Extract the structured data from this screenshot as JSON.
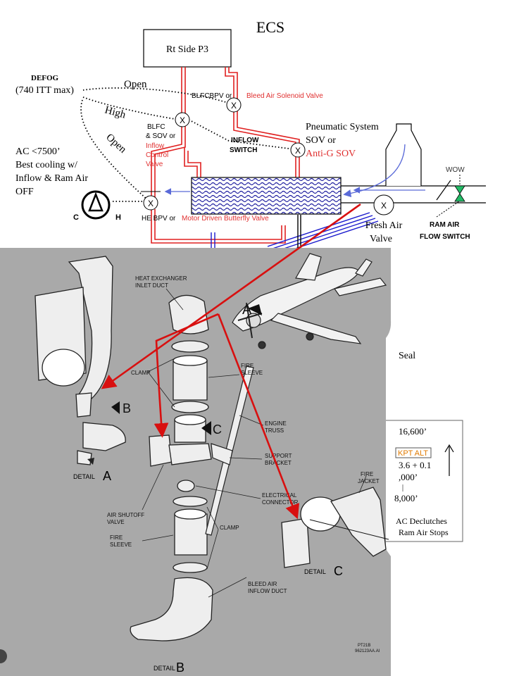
{
  "title": "ECS",
  "top": {
    "rt_side_p3": "Rt Side P3",
    "defog": "DEFOG",
    "itt_max": "(740 ITT max)",
    "open_upper": "Open",
    "high": "High",
    "open_lower": "Open",
    "ac_limit": "AC <7500’",
    "best_cooling_1": "Best cooling  w/",
    "best_cooling_2": "Inflow & Ram Air",
    "best_cooling_3": "OFF",
    "blfcbpv": "BLFCBPV  or",
    "bleed_air_solenoid": "Bleed Air Solenoid Valve",
    "blfc_1": "BLFC",
    "blfc_2": "& SOV or",
    "inflow_control_1": "Inflow",
    "inflow_control_2": "Control",
    "inflow_control_3": "Valve",
    "inflow_switch_1": "INFLOW",
    "inflow_switch_2": "SWITCH",
    "pneumatic_1": "Pneumatic System",
    "pneumatic_2": "SOV or",
    "anti_g_sov": "Anti-G SOV",
    "wow": "WOW",
    "he_bpv": "HE BPV or",
    "motor_driven": "Motor Driven Butterfly Valve",
    "fresh_air_1": "Fresh Air",
    "fresh_air_2": "Valve",
    "ram_air_switch_1": "RAM AIR",
    "ram_air_switch_2": "FLOW SWITCH",
    "c_label": "C",
    "h_label": "H",
    "valve_x": "X"
  },
  "detail": {
    "heat_exchanger_1": "HEAT EXCHANGER",
    "heat_exchanger_2": "INLET DUCT",
    "clamp_upper": "CLAMP",
    "fire_sleeve_upper_1": "FIRE",
    "fire_sleeve_upper_2": "SLEEVE",
    "engine_truss_1": "ENGINE",
    "engine_truss_2": "TRUSS",
    "support_bracket_1": "SUPPORT",
    "support_bracket_2": "BRACKET",
    "electrical_connector_1": "ELECTRICAL",
    "electrical_connector_2": "CONNECTOR",
    "air_shutoff_1": "AIR SHUTOFF",
    "air_shutoff_2": "VALVE",
    "clamp_lower": "CLAMP",
    "fire_sleeve_lower_1": "FIRE",
    "fire_sleeve_lower_2": "SLEEVE",
    "bleed_inflow_1": "BLEED AIR",
    "bleed_inflow_2": "INFLOW DUCT",
    "fire_jacket_1": "FIRE",
    "fire_jacket_2": "JACKET",
    "detail_word": "DETAIL",
    "letter_a": "A",
    "letter_b": "B",
    "letter_c": "C",
    "callout_a": "A",
    "callout_b": "B",
    "callout_c": "C",
    "part_no_1": "PT21B",
    "part_no_2": "962123AA.AI"
  },
  "right_panel": {
    "seal": "Seal",
    "alt_16600": "16,600’",
    "kpt_alt": "KPT ALT",
    "psi": "3.6 + 0.1",
    "alt_a": ",000’",
    "alt_b": "8,000’",
    "ac_declutches": "AC Declutches",
    "ram_air_stops": "Ram Air Stops"
  },
  "colors": {
    "bleed_red": "#e02020",
    "label_red": "#e03030",
    "arrow_red": "#d81010",
    "blue_line": "#1a1acd",
    "hx_blue": "#2020a0",
    "flow_blue": "#5a6ad8",
    "valve_green": "#22bb66",
    "kpt_orange": "#e07a00"
  }
}
